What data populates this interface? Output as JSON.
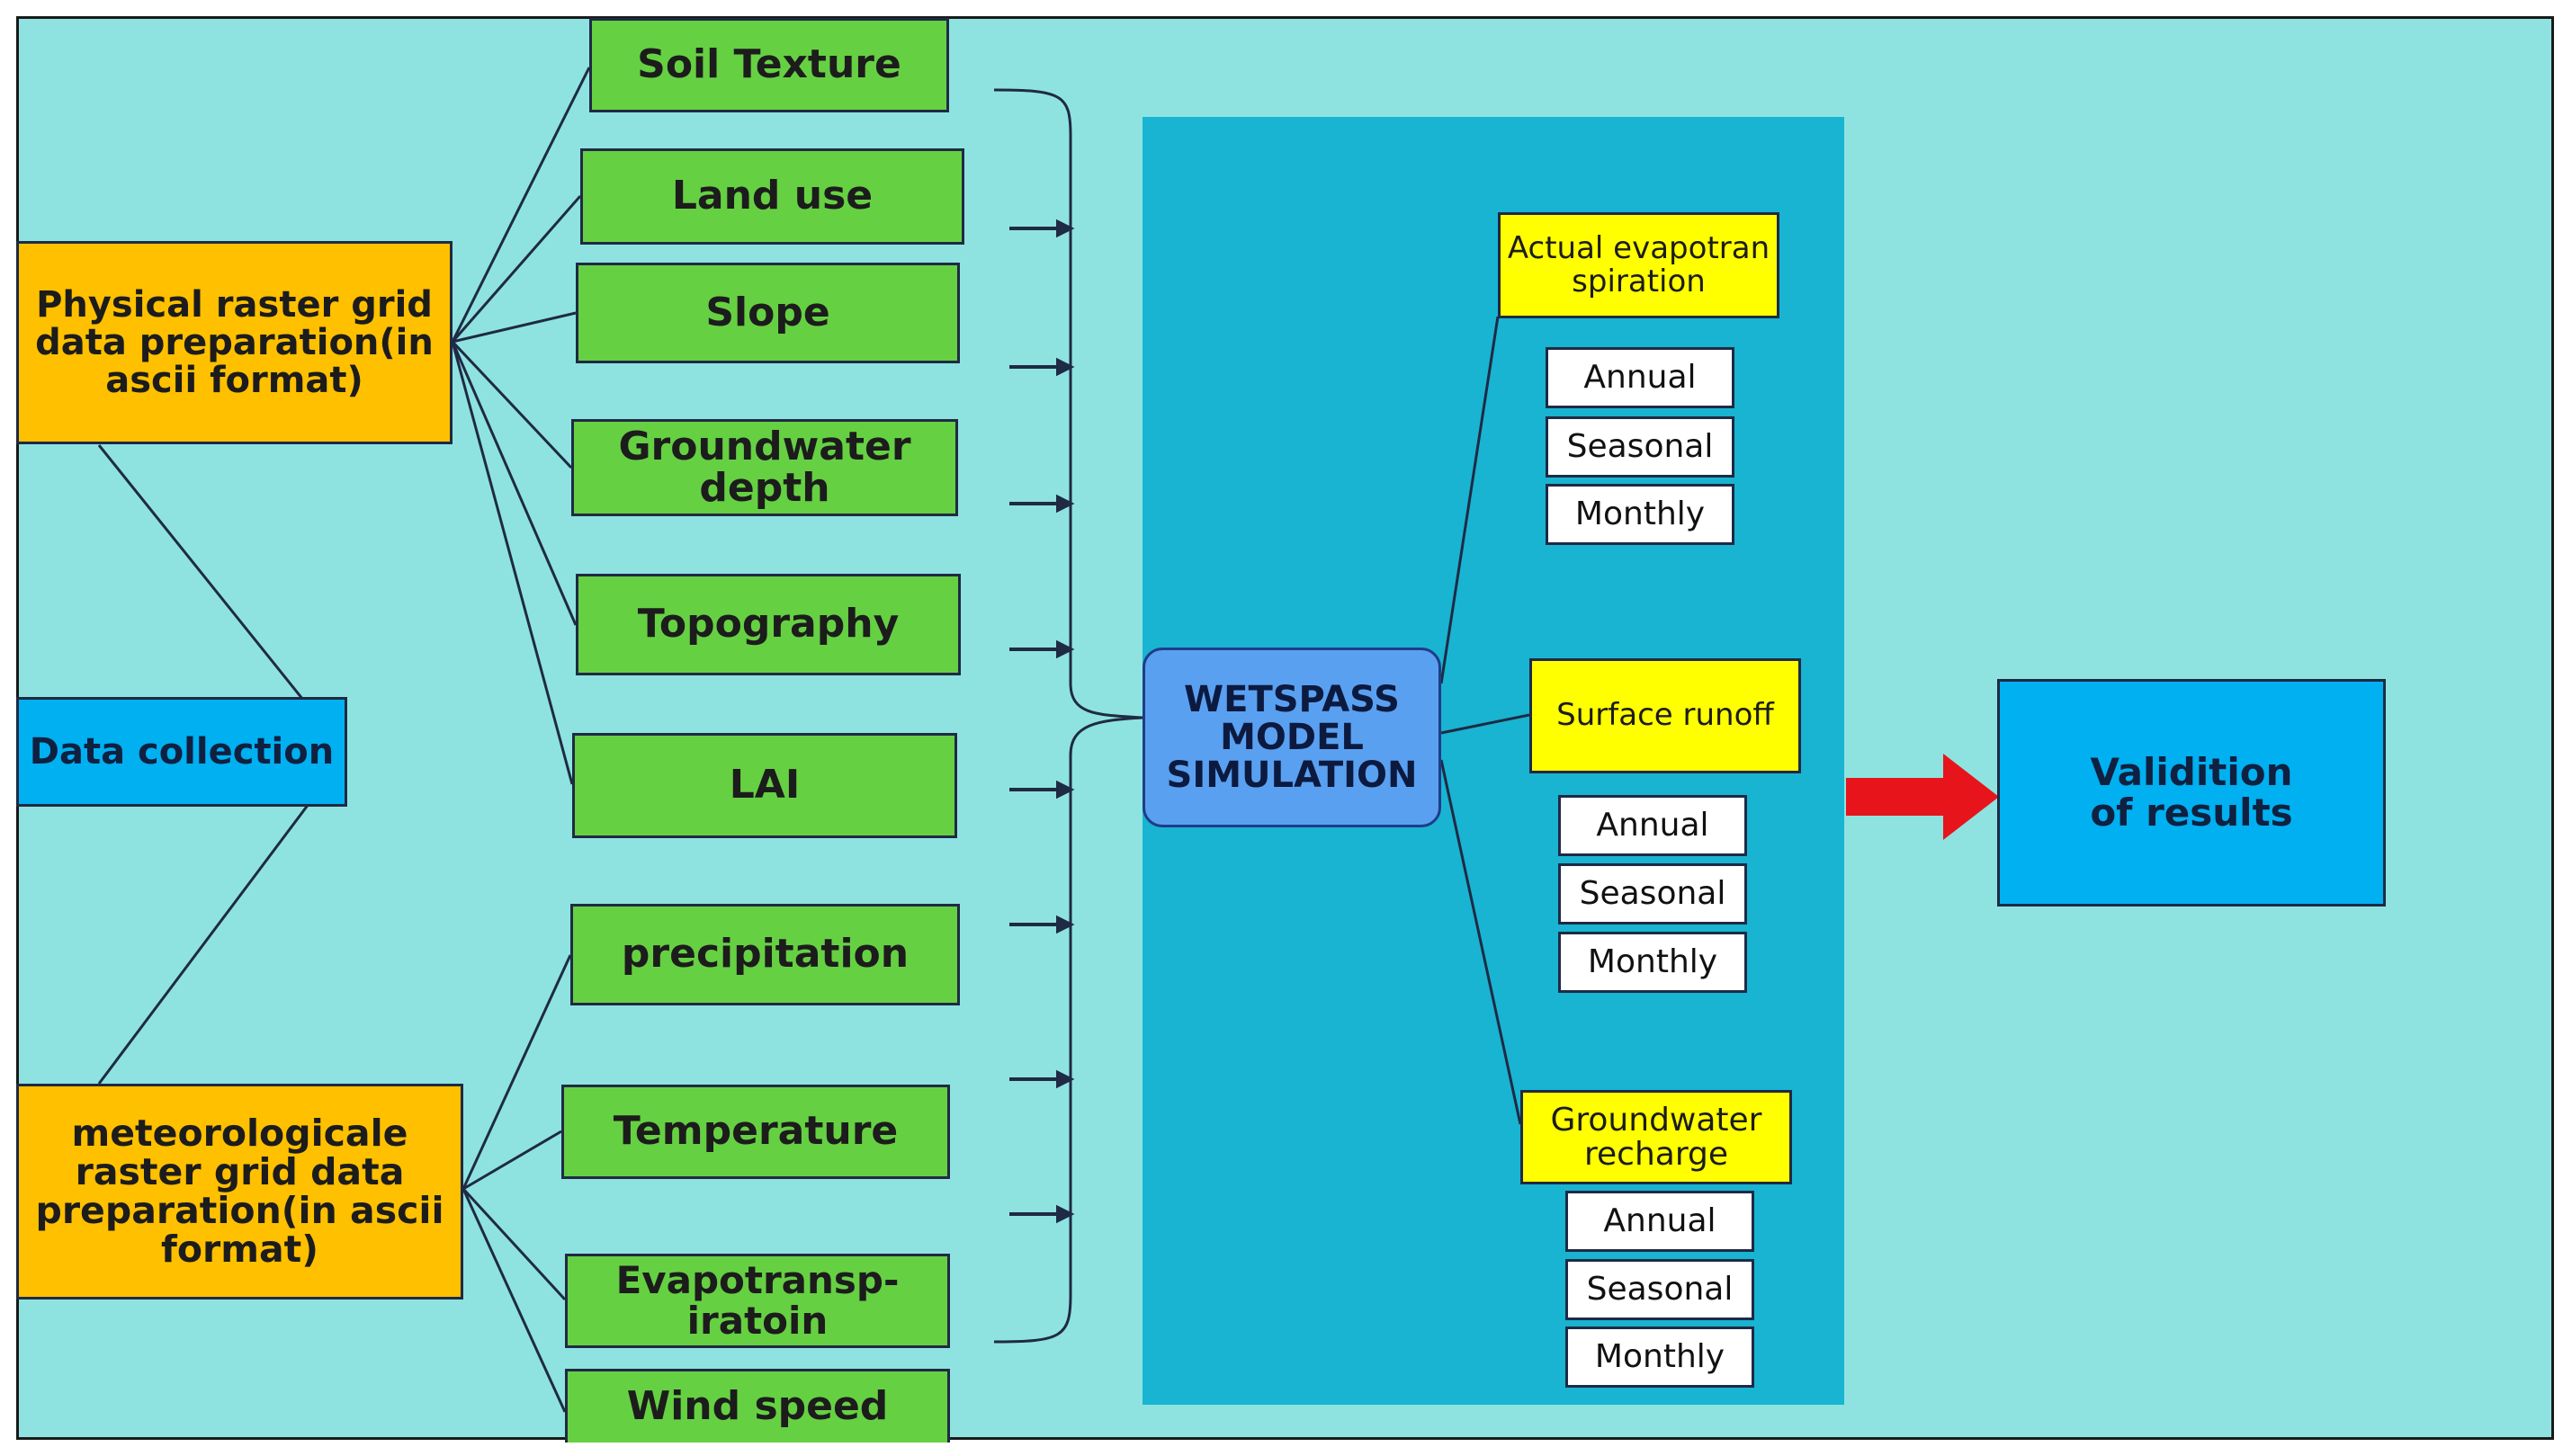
{
  "source": {
    "center": "Data collection",
    "physical": "Physical raster grid data preparation(in ascii format)",
    "meteorological": "meteorologicale raster grid data preparation(in ascii format)"
  },
  "physical_inputs": [
    "Soil Texture",
    "Land use",
    "Slope",
    "Groundwater depth",
    "Topography",
    "LAI"
  ],
  "met_inputs": [
    "precipitation",
    "Temperature",
    "Evapotransp-iratoin",
    "Wind speed"
  ],
  "model": "WETSPASS MODEL SIMULATION",
  "outputs": [
    {
      "title": "Actual evapotranspiration",
      "periods": [
        "Annual",
        "Seasonal",
        "Monthly"
      ]
    },
    {
      "title": "Surface runoff",
      "periods": [
        "Annual",
        "Seasonal",
        "Monthly"
      ]
    },
    {
      "title": "Groundwater recharge",
      "periods": [
        "Annual",
        "Seasonal",
        "Monthly"
      ]
    }
  ],
  "validation": "Validition of results",
  "colors": {
    "background": "#8ee3e0",
    "panel": "#18b4d2",
    "input_box": "#66d043",
    "prep_box": "#ffc000",
    "collection_box": "#00b0f0",
    "output_title": "#ffff00",
    "arrow": "#e8141b"
  }
}
